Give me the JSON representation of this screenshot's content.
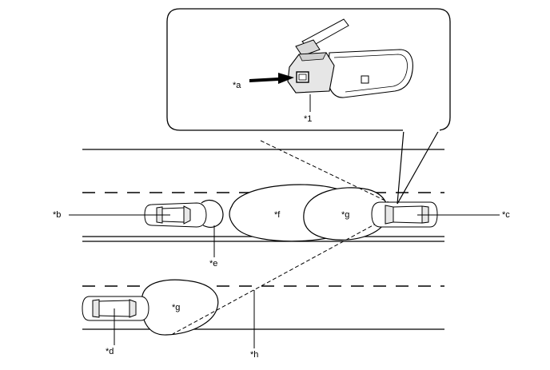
{
  "labels": {
    "a": "*a",
    "one": "*1",
    "b": "*b",
    "c": "*c",
    "d": "*d",
    "e": "*e",
    "f": "*f",
    "g_front": "*g",
    "g_lower": "*g",
    "h": "*h"
  }
}
